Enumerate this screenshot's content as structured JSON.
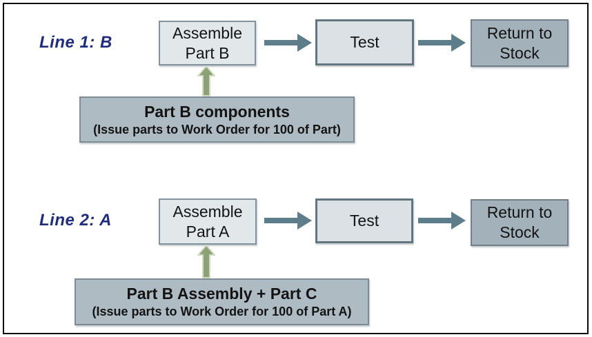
{
  "colors": {
    "frame": "#0a0a0a",
    "text": "#131313",
    "label-text": "#1f2d7b",
    "box-light-fill": "#e2e7ea",
    "box-light-border": "#7f929d",
    "box-test-fill": "#dbe1e4",
    "box-test-border": "#61767f",
    "box-dark-fill": "#a2b1ba",
    "box-dark-border": "#6e7f8a",
    "feed-fill": "#aebbc2",
    "feed-border": "#7d8b94",
    "flow-arrow": "#5e7d8a",
    "feed-arrow-fill": "#8ca178",
    "feed-arrow-stroke": "#d2dcc3"
  },
  "lines": [
    {
      "label": "Line 1: B",
      "assemble": {
        "line1": "Assemble",
        "line2": "Part B"
      },
      "test": "Test",
      "return": {
        "line1": "Return to",
        "line2": "Stock"
      },
      "feed": {
        "title": "Part B components",
        "subtitle": "(Issue parts to Work Order for 100 of Part)"
      }
    },
    {
      "label": "Line 2: A",
      "assemble": {
        "line1": "Assemble",
        "line2": "Part A"
      },
      "test": "Test",
      "return": {
        "line1": "Return to",
        "line2": "Stock"
      },
      "feed": {
        "title": "Part B Assembly + Part C",
        "subtitle": "(Issue parts to Work Order for 100 of Part A)"
      }
    }
  ]
}
